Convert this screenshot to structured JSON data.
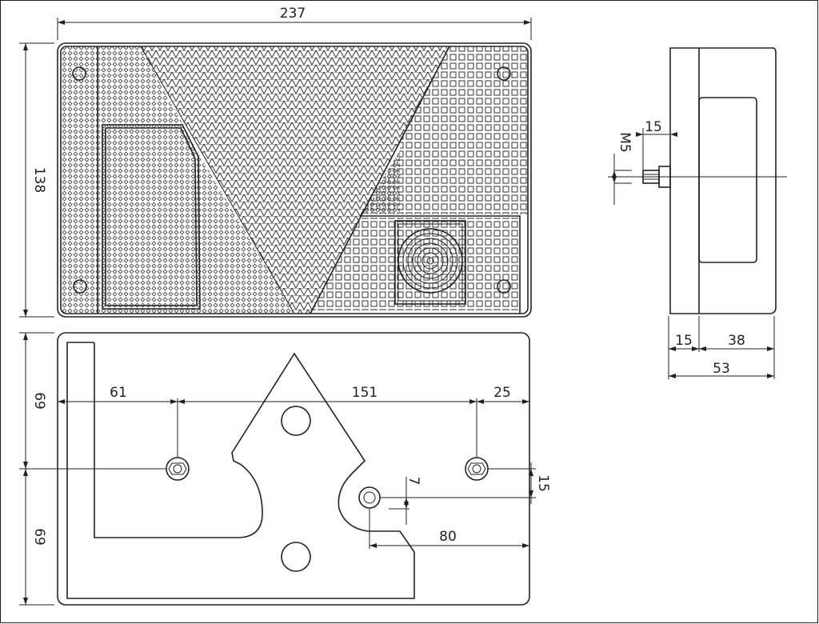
{
  "dimensions": {
    "top_width": "237",
    "top_height": "138",
    "side_bolt_offset": "15",
    "side_thread": "M5",
    "side_base": "15",
    "side_lens": "38",
    "side_total": "53",
    "bottom_upper_half": "69",
    "bottom_lower_half": "69",
    "bottom_left_offset": "61",
    "bottom_bolt_spacing": "151",
    "bottom_right_offset": "25",
    "bottom_right_drop": "15",
    "bottom_center_offset": "7",
    "bottom_center_distance": "80"
  },
  "colors": {
    "line": "#222222",
    "background": "#ffffff"
  }
}
